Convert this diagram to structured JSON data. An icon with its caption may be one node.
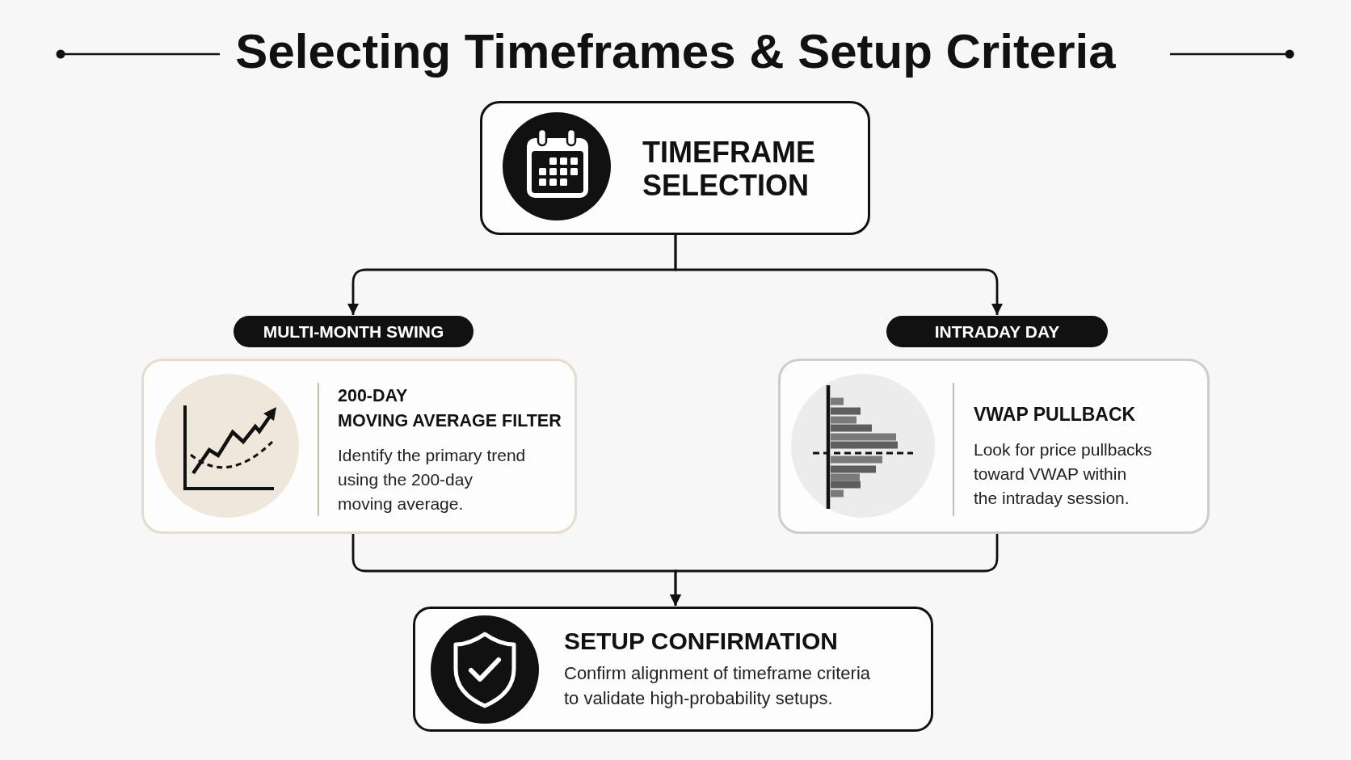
{
  "diagram": {
    "title": "Selecting Timeframes & Setup Criteria",
    "nodes": [
      {
        "text": [
          "TIMEFRAME SELECTION"
        ]
      },
      {
        "text": [
          "MULTI-MONTH SWING"
        ]
      },
      {
        "text": [
          "INTRADAY DAY"
        ]
      },
      {
        "text": [
          "200-DAY",
          "MOVING AVERAGE FILTER",
          "Identify the primary trend using the 200-day moving average."
        ]
      },
      {
        "text": [
          "VWAP PULLBACK",
          "Look for price pullbacks toward VWAP within the intraday session."
        ]
      },
      {
        "text": [
          "SETUP CONFIRMATION",
          "Confirm alignment of timeframe criteria to validate high-probability setups."
        ]
      }
    ],
    "edges": [
      {
        "from": 0,
        "to": 1,
        "arrow": "to"
      },
      {
        "from": 0,
        "to": 2,
        "arrow": "to"
      },
      {
        "from": 3,
        "to": 5,
        "arrow": "to"
      },
      {
        "from": 4,
        "to": 5,
        "arrow": "to"
      }
    ]
  }
}
